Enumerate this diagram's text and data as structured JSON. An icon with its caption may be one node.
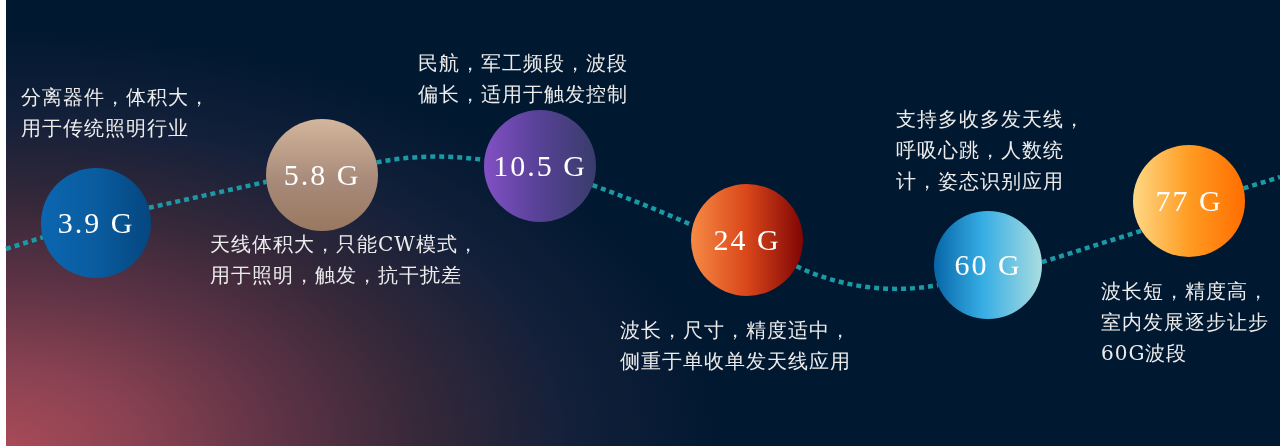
{
  "diagram": {
    "nodes": [
      {
        "text": [
          "3.9 G"
        ],
        "beside": [
          "分离器件，体积大，用于传统照明行业"
        ]
      },
      {
        "text": [
          "5.8 G"
        ],
        "beside": [
          "天线体积大，只能CW模式，用于照明，触发，抗干扰差"
        ]
      },
      {
        "text": [
          "10.5 G"
        ],
        "beside": [
          "民航，军工频段，波段偏长，适用于触发控制"
        ]
      },
      {
        "text": [
          "24 G"
        ],
        "beside": [
          "波长，尺寸，精度适中，侧重于单收单发天线应用"
        ]
      },
      {
        "text": [
          "60 G"
        ],
        "beside": [
          "支持多收多发天线，呼吸心跳，人数统计，姿态识别应用"
        ]
      },
      {
        "text": [
          "77 G"
        ],
        "beside": [
          "波长短，精度高，室内发展逐步让步60G波段"
        ]
      }
    ],
    "edges": [
      {
        "from": null,
        "to": 0,
        "arrow": "none",
        "style": "dashed"
      },
      {
        "from": 0,
        "to": 1,
        "arrow": "none",
        "style": "dashed"
      },
      {
        "from": 1,
        "to": 2,
        "arrow": "none",
        "style": "dashed"
      },
      {
        "from": 2,
        "to": 3,
        "arrow": "none",
        "style": "dashed"
      },
      {
        "from": 3,
        "to": 4,
        "arrow": "none",
        "style": "dashed"
      },
      {
        "from": 4,
        "to": 5,
        "arrow": "none",
        "style": "dashed"
      },
      {
        "from": 5,
        "to": null,
        "arrow": "none",
        "style": "dashed"
      }
    ]
  }
}
